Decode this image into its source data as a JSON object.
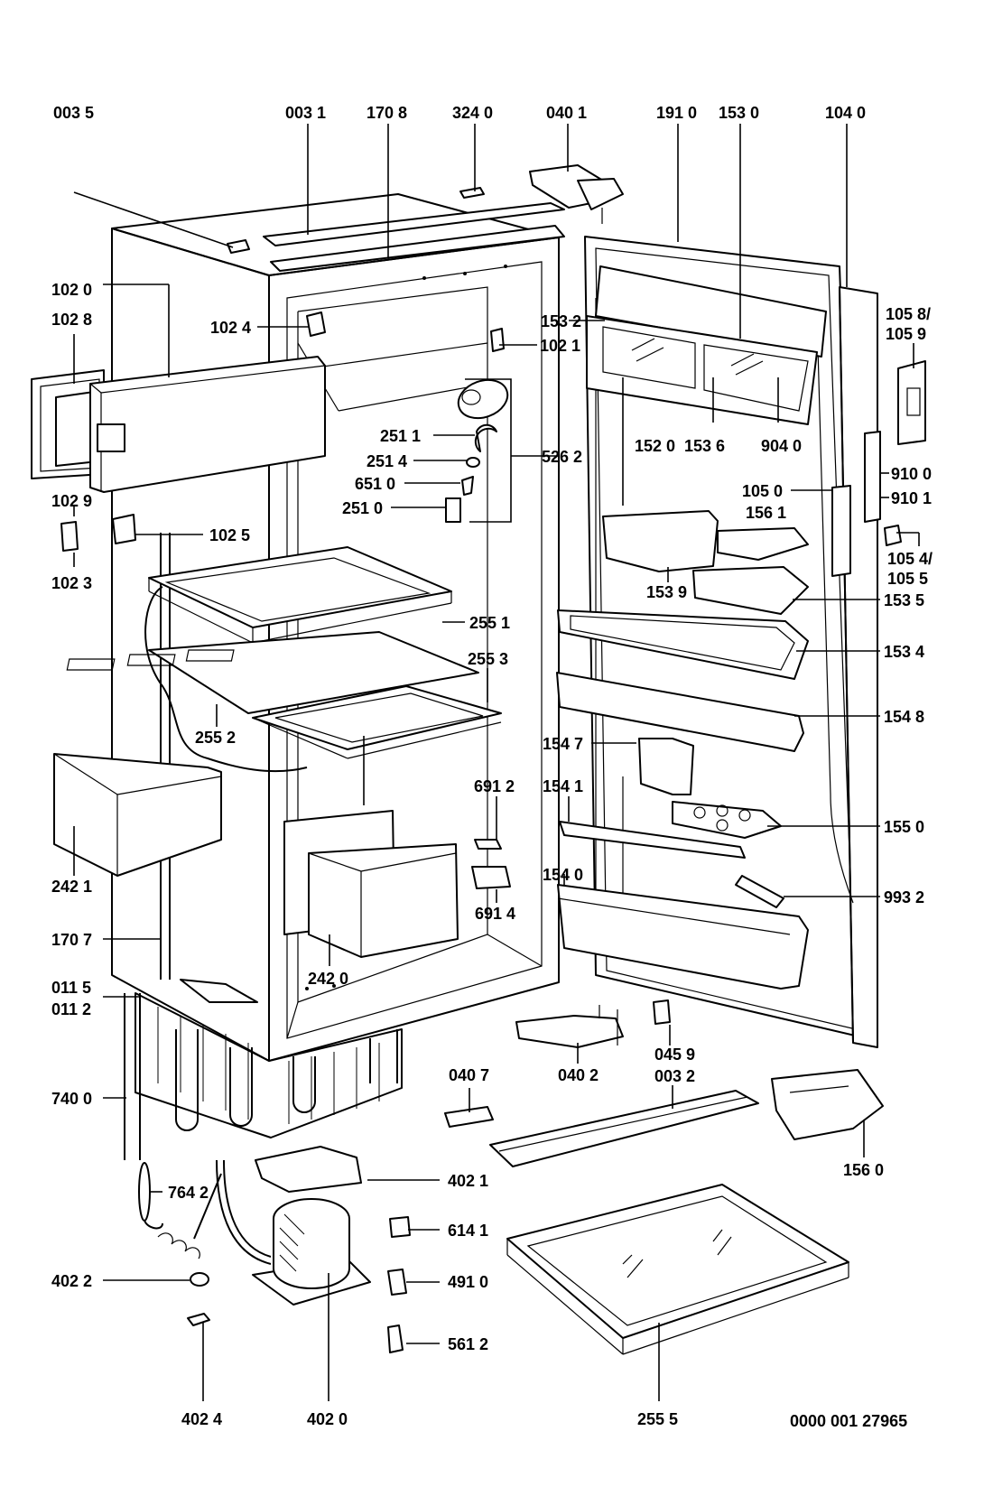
{
  "document_number": "0000 001 27965",
  "labels": {
    "l0035": "003 5",
    "l0031": "003 1",
    "l1708": "170 8",
    "l3240": "324 0",
    "l0401": "040 1",
    "l1910": "191 0",
    "l1530": "153 0",
    "l1040": "104 0",
    "l1020": "102 0",
    "l1028": "102 8",
    "l1024": "102 4",
    "l1021": "102 1",
    "l1532": "153 2",
    "l10589a": "105 8/",
    "l10589b": "105 9",
    "l2511": "251 1",
    "l2514": "251 4",
    "l6510": "651 0",
    "l2510": "251 0",
    "l5262": "526 2",
    "l1520": "152 0",
    "l1536": "153 6",
    "l9040": "904 0",
    "l9100": "910 0",
    "l9101": "910 1",
    "l1029": "102 9",
    "l1025": "102 5",
    "l1023": "102 3",
    "l1050": "105 0",
    "l1561": "156 1",
    "l10545a": "105 4/",
    "l10545b": "105 5",
    "l1539": "153 9",
    "l1535": "153 5",
    "l2551": "255 1",
    "l2553": "255 3",
    "l1534": "153 4",
    "l2552": "255 2",
    "l1548": "154 8",
    "l1547": "154 7",
    "l6912": "691 2",
    "l1541": "154 1",
    "l1550": "155 0",
    "l2421": "242 1",
    "l1540": "154 0",
    "l9932": "993 2",
    "l6914": "691 4",
    "l1707": "170 7",
    "l2420": "242 0",
    "l0115": "011 5",
    "l0112": "011 2",
    "l0459": "045 9",
    "l0407": "040 7",
    "l0402": "040 2",
    "l0032": "003 2",
    "l7400": "740 0",
    "l4021": "402 1",
    "l1560": "156 0",
    "l7642": "764 2",
    "l6141": "614 1",
    "l4022": "402 2",
    "l4910": "491 0",
    "l5612": "561 2",
    "l4024": "402 4",
    "l4020": "402 0",
    "l2555": "255 5"
  }
}
